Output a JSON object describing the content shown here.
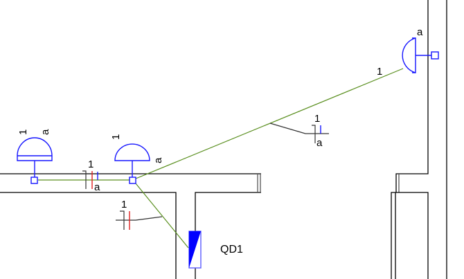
{
  "drawing": {
    "fixtures": [
      {
        "id": "lamp-left",
        "circuit_label": "1",
        "phase_label": "a"
      },
      {
        "id": "lamp-middle",
        "circuit_label": "1",
        "phase_label": "a"
      },
      {
        "id": "lamp-right",
        "circuit_label": "1",
        "phase_label": "a"
      }
    ],
    "switch_marks": [
      {
        "count_label": "1",
        "phase_label": "a"
      },
      {
        "count_label": "1"
      },
      {
        "count_label": "1",
        "phase_label": "a"
      }
    ],
    "panel": {
      "label": "QD1"
    },
    "colors": {
      "wire": "#5a8f1f",
      "device": "#1515ff",
      "neutral_mark": "#e02020",
      "wall": "#000000"
    }
  }
}
